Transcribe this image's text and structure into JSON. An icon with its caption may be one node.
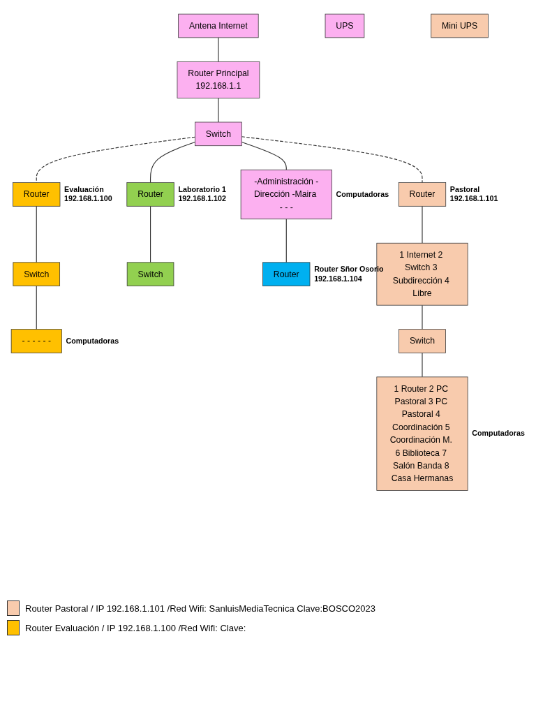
{
  "diagram": {
    "nodes": [
      {
        "text": [
          "Antena Internet"
        ]
      },
      {
        "text": [
          "Router Principal",
          "192.168.1.1"
        ]
      },
      {
        "text": [
          "UPS"
        ]
      },
      {
        "text": [
          "Switch"
        ]
      },
      {
        "text": [
          "Router"
        ],
        "beside": [
          "Evaluación",
          "192.168.1.100"
        ]
      },
      {
        "text": [
          "Switch"
        ]
      },
      {
        "text": [
          "- - - - - -"
        ],
        "beside": [
          "Computadoras"
        ]
      },
      {
        "text": [
          "Router"
        ],
        "beside": [
          "Laboratorio 1",
          "192.168.1.102"
        ]
      },
      {
        "text": [
          "Switch"
        ]
      },
      {
        "text": [
          "-Administración -Dirección -Maira - - -"
        ],
        "beside": [
          "Computadoras"
        ]
      },
      {
        "text": [
          "Router"
        ],
        "beside": [
          "Router Sñor Osorio",
          "192.168.1.104"
        ]
      },
      {
        "text": [
          "Mini UPS"
        ]
      },
      {
        "text": [
          "Router"
        ],
        "beside": [
          "Pastoral",
          "192.168.1.101"
        ]
      },
      {
        "text": [
          "1 Internet 2 Switch 3 Subdirección 4 Libre"
        ]
      },
      {
        "text": [
          "Switch"
        ]
      },
      {
        "text": [
          "1 Router 2 PC Pastoral 3 PC Pastoral 4 Coordinación 5 Coordinación M. 6 Biblioteca 7 Salón Banda 8 Casa Hermanas"
        ],
        "beside": [
          "Computadoras"
        ]
      }
    ],
    "edges": [
      {
        "from": 0,
        "to": 1,
        "arrow": "none"
      },
      {
        "from": 1,
        "to": 3,
        "arrow": "none"
      },
      {
        "from": 3,
        "to": 4,
        "arrow": "none",
        "style": "dashed"
      },
      {
        "from": 3,
        "to": 7,
        "arrow": "none"
      },
      {
        "from": 3,
        "to": 12,
        "arrow": "none",
        "style": "dashed"
      },
      {
        "from": 4,
        "to": 5,
        "arrow": "none"
      },
      {
        "from": 5,
        "to": 6,
        "arrow": "none"
      },
      {
        "from": 7,
        "to": 8,
        "arrow": "none"
      },
      {
        "from": 3,
        "to": 9,
        "arrow": "none"
      },
      {
        "from": 9,
        "to": 10,
        "arrow": "none"
      },
      {
        "from": 12,
        "to": 13,
        "arrow": "none"
      },
      {
        "from": 13,
        "to": 14,
        "arrow": "none"
      },
      {
        "from": 14,
        "to": 15,
        "arrow": "none"
      }
    ],
    "legend": [
      {
        "text": "Router Pastoral / IP 192.168.1.101 /Red Wifi: SanluisMediaTecnica Clave:BOSCO2023",
        "color": "#f8cbad"
      },
      {
        "text": "Router Evaluación / IP 192.168.1.100 /Red Wifi: Clave:",
        "color": "#ffc000"
      }
    ]
  }
}
